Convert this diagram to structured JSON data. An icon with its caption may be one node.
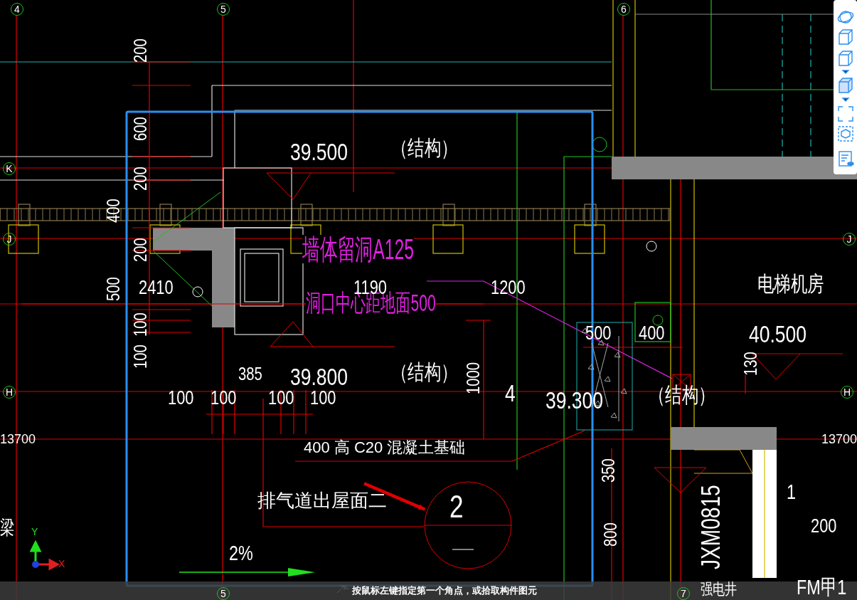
{
  "diagram": {
    "nodes": [
      {
        "text": [
          "400 高 C20 混凝土基础"
        ]
      },
      {
        "text": [],
        "shape": "box"
      },
      {
        "text": [
          "排气道出屋面二"
        ]
      },
      {
        "text": [
          "2"
        ]
      },
      {
        "text": [
          "墙体留洞A125",
          "洞口中心距地面500"
        ]
      },
      {
        "text": [],
        "shape": "box"
      }
    ],
    "edges": [
      {
        "from": 0,
        "to": 1,
        "arrow": "none"
      },
      {
        "from": 2,
        "to": 3,
        "arrow": "to",
        "style": "thick"
      },
      {
        "from": 4,
        "to": 5,
        "arrow": "none",
        "color": "#e020e0"
      }
    ],
    "labels": [
      "4",
      "5",
      "6",
      "200",
      "600",
      "K",
      "39.500",
      "（结构）",
      "200",
      "400",
      "J",
      "200",
      "J",
      "500",
      "2410",
      "1190",
      "1200",
      "电梯机房",
      "100",
      "500",
      "400",
      "40.500",
      "100",
      "130",
      "385",
      "39.800",
      "（结构）",
      "1000",
      "H",
      "100",
      "100",
      "100",
      "100",
      "4",
      "39.300",
      "（结构）",
      "H",
      "13700",
      "13700",
      "350",
      "JXM0815",
      "1",
      "梁",
      "200",
      "800",
      "Y",
      "X",
      "2%",
      "5",
      "7",
      "强电井",
      "FM甲1",
      "按鼠标左键指定第一个角点，或拾取构件图元"
    ]
  }
}
